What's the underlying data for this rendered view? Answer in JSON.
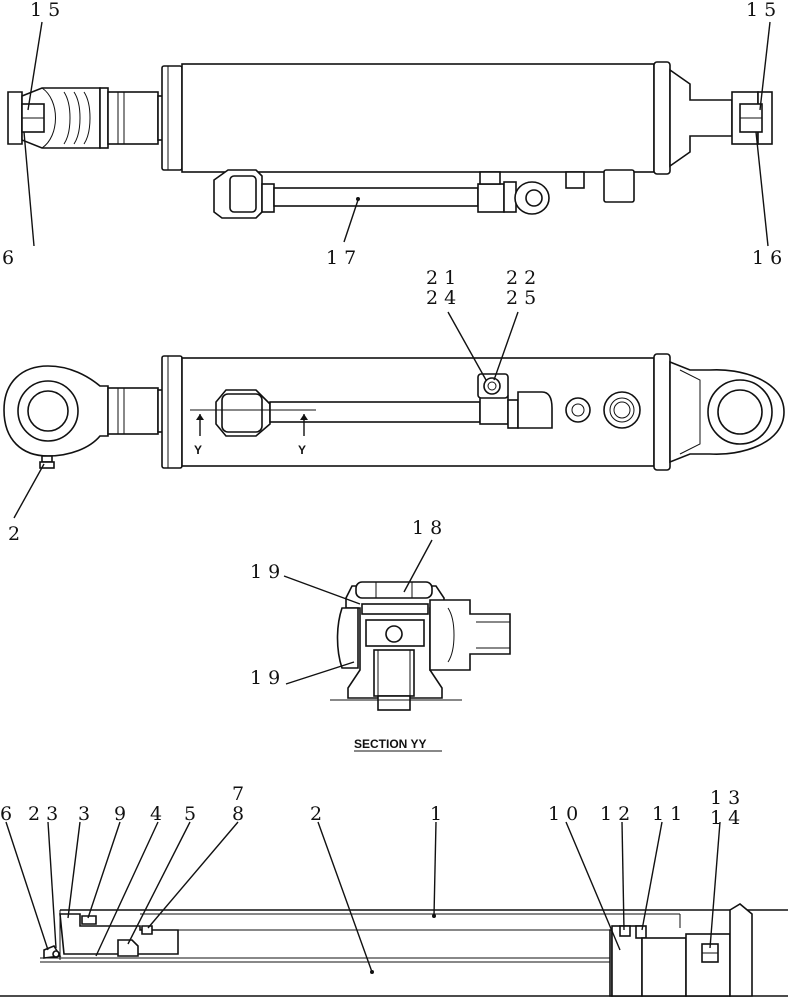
{
  "section_title": "SECTION YY",
  "section_marker": "Y",
  "callouts": {
    "top_view": {
      "c15_left": "15",
      "c15_right": "15",
      "c16_left": "6",
      "c16_right": "16",
      "c17": "17"
    },
    "side_view": {
      "c21": "21",
      "c24": "24",
      "c22": "22",
      "c25": "25",
      "c2": "2"
    },
    "section_view": {
      "c18": "18",
      "c19_top": "19",
      "c19_bottom": "19"
    },
    "cutaway_view": {
      "c6": "6",
      "c23": "23",
      "c3": "3",
      "c9": "9",
      "c4": "4",
      "c5": "5",
      "c7": "7",
      "c8": "8",
      "c2": "2",
      "c1": "1",
      "c10": "10",
      "c12": "12",
      "c11": "11",
      "c13": "13",
      "c14": "14"
    }
  }
}
